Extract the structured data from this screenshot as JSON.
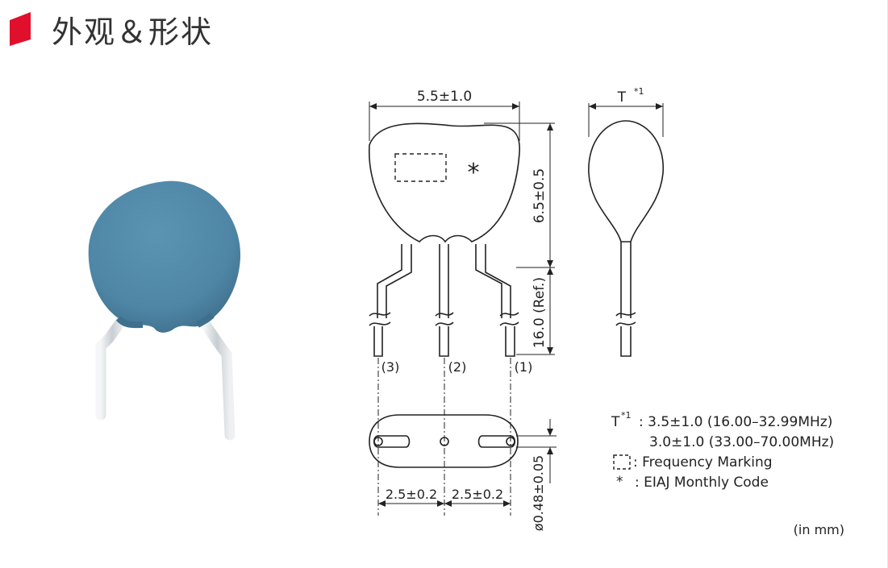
{
  "header": {
    "title": "外观＆形状",
    "accent_color": "#e0102d"
  },
  "drawing": {
    "width_dim": "5.5±1.0",
    "thickness_dim": "T",
    "thickness_sup": "*1",
    "height_dim": "6.5±0.5",
    "lead_dim": "16.0 (Ref.)",
    "asterisk": "*",
    "pins": [
      "(3)",
      "(2)",
      "(1)"
    ],
    "pitch_left": "2.5±0.2",
    "pitch_right": "2.5±0.2",
    "lead_dia": "ø0.48±0.05"
  },
  "notes": {
    "t_label": "T",
    "t_sup": "*1",
    "t_line1": ": 3.5±1.0 (16.00–32.99MHz)",
    "t_line2": "3.0±1.0 (33.00–70.00MHz)",
    "marking": ": Frequency Marking",
    "asterisk_symbol": "*",
    "asterisk_text": ": EIAJ Monthly Code",
    "unit": "(in mm)"
  },
  "colors": {
    "component_body": "#4f86a6",
    "component_shadow": "#3e6f8c",
    "lead_metal": "#d9dde0"
  }
}
